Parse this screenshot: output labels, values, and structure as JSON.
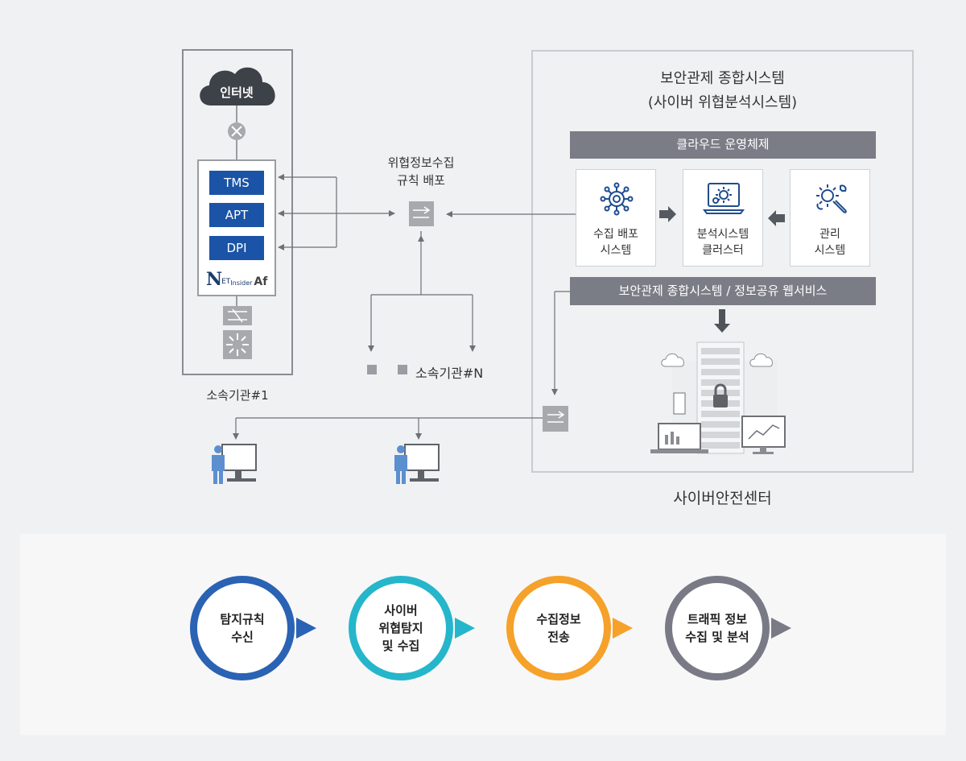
{
  "agency": {
    "internet_label": "인터넷",
    "devices": [
      "TMS",
      "APT",
      "DPI"
    ],
    "brand_logo": "NETInsider Af",
    "name": "소속기관#1"
  },
  "distribution": {
    "title_line1": "위협정보수집",
    "title_line2": "규칙 배포",
    "agency_n": "소속기관#N"
  },
  "cyber_center": {
    "title_line1": "보안관제 종합시스템",
    "title_line2": "(사이버 위협분석시스템)",
    "cloud_os": "클라우드 운영체제",
    "systems": [
      {
        "line1": "수집 배포",
        "line2": "시스템",
        "icon": "network-gear-icon"
      },
      {
        "line1": "분석시스템",
        "line2": "클러스터",
        "icon": "laptop-gear-icon"
      },
      {
        "line1": "관리",
        "line2": "시스템",
        "icon": "wrench-gear-icon"
      }
    ],
    "web_service": "보안관제 종합시스템 / 정보공유 웹서비스",
    "name": "사이버안전센터"
  },
  "process": [
    {
      "line1": "탐지규칙",
      "line2": "수신",
      "line3": "",
      "color": "#2a62b4"
    },
    {
      "line1": "사이버",
      "line2": "위협탐지",
      "line3": "및 수집",
      "color": "#25b6cb"
    },
    {
      "line1": "수집정보",
      "line2": "전송",
      "line3": "",
      "color": "#f5a12a"
    },
    {
      "line1": "트래픽 정보",
      "line2": "수집 및 분석",
      "line3": "",
      "color": "#797a85"
    }
  ],
  "colors": {
    "device_blue": "#1b54a6",
    "bar_gray": "#7b7d86",
    "icon_blue": "#1f4d8f",
    "line_gray": "#6f7075"
  }
}
